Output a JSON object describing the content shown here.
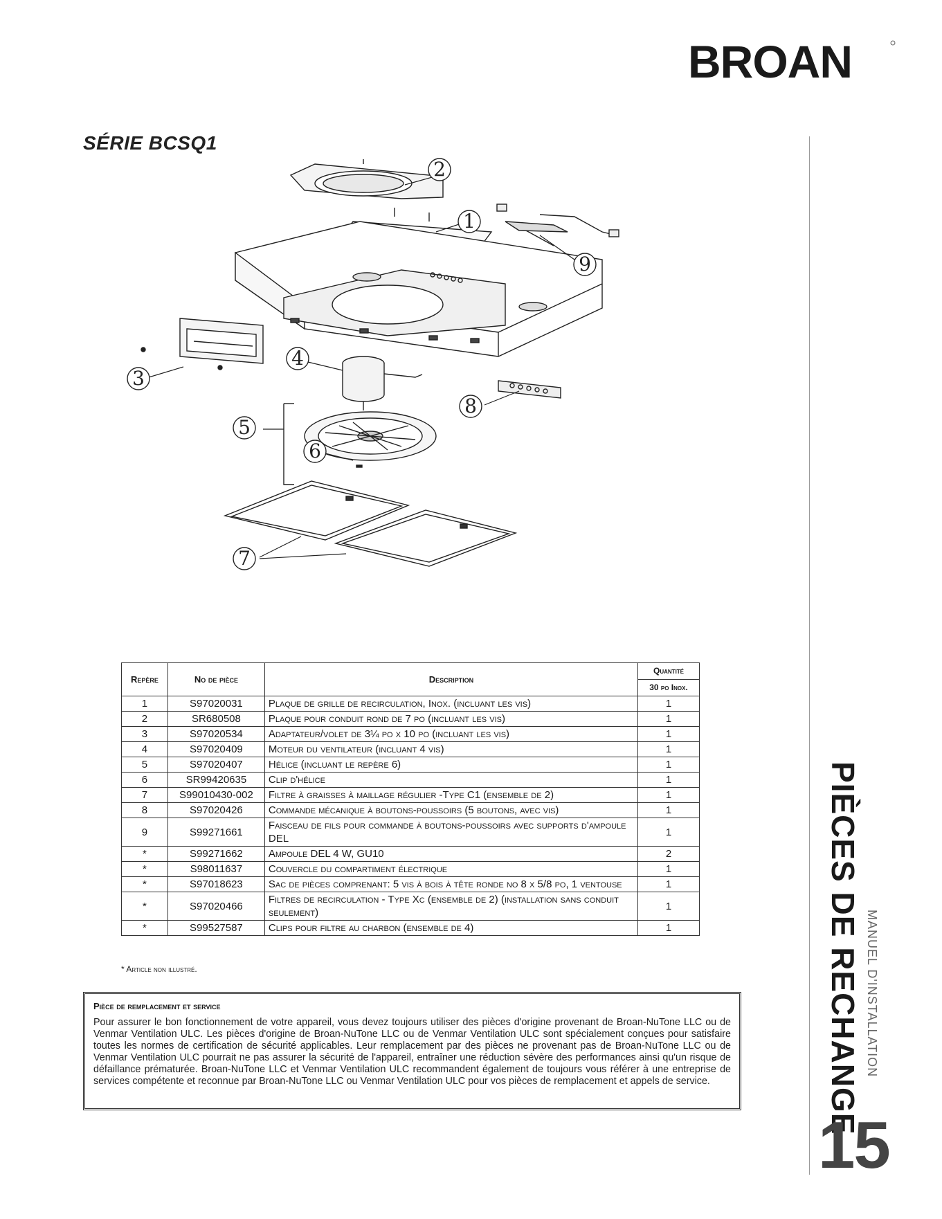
{
  "brand": {
    "name": "BROAN"
  },
  "series_title": "SÉRIE BCSQ1",
  "diagram": {
    "callouts": [
      "1",
      "2",
      "3",
      "4",
      "5",
      "6",
      "7",
      "8",
      "9"
    ]
  },
  "table": {
    "headers": {
      "ref": "Repère",
      "part_no": "No de pièce",
      "description": "Description",
      "quantity": "Quantité",
      "quantity_sub": "30 po Inox."
    },
    "rows": [
      {
        "ref": "1",
        "part": "S97020031",
        "desc": "Plaque de grille de recirculation, Inox. (incluant les vis)",
        "qty": "1"
      },
      {
        "ref": "2",
        "part": "SR680508",
        "desc": "Plaque pour conduit rond de 7 po (incluant les vis)",
        "qty": "1"
      },
      {
        "ref": "3",
        "part": "S97020534",
        "desc": "Adaptateur/volet de 3¼ po x 10 po (incluant les vis)",
        "qty": "1"
      },
      {
        "ref": "4",
        "part": "S97020409",
        "desc": "Moteur du ventilateur (incluant 4 vis)",
        "qty": "1"
      },
      {
        "ref": "5",
        "part": "S97020407",
        "desc": "Hélice (incluant le repère 6)",
        "qty": "1"
      },
      {
        "ref": "6",
        "part": "SR99420635",
        "desc": "Clip d'hélice",
        "qty": "1"
      },
      {
        "ref": "7",
        "part": "S99010430-002",
        "desc": "Filtre à graisses à maillage régulier -Type C1 (ensemble de 2)",
        "qty": "1"
      },
      {
        "ref": "8",
        "part": "S97020426",
        "desc": "Commande mécanique à boutons-poussoirs (5 boutons, avec vis)",
        "qty": "1"
      },
      {
        "ref": "9",
        "part": "S99271661",
        "desc": "Faisceau de fils pour commande à boutons-poussoirs avec supports d'ampoule DEL",
        "qty": "1"
      },
      {
        "ref": "*",
        "part": "S99271662",
        "desc": "Ampoule DEL 4 W, GU10",
        "qty": "2"
      },
      {
        "ref": "*",
        "part": "S98011637",
        "desc": "Couvercle du compartiment électrique",
        "qty": "1"
      },
      {
        "ref": "*",
        "part": "S97018623",
        "desc": "Sac de pièces comprenant: 5 vis à bois à tête ronde no 8 x 5/8 po, 1 ventouse",
        "qty": "1"
      },
      {
        "ref": "*",
        "part": "S97020466",
        "desc": "Filtres de recirculation - Type Xc (ensemble de 2) (installation sans conduit seulement)",
        "qty": "1"
      },
      {
        "ref": "*",
        "part": "S99527587",
        "desc": "Clips pour filtre au charbon (ensemble de 4)",
        "qty": "1"
      }
    ],
    "footnote": "* Article non illustré."
  },
  "service": {
    "title": "Pièce de remplacement et service",
    "text": "Pour assurer le bon fonctionnement de votre appareil, vous devez toujours utiliser des pièces d'origine provenant de Broan-NuTone LLC ou de Venmar Ventilation ULC. Les pièces d'origine de Broan-NuTone LLC ou de Venmar Ventilation ULC  sont spécialement conçues pour satisfaire toutes les normes de certification de sécurité applicables. Leur remplacement par des pièces ne provenant pas de Broan-NuTone LLC ou de Venmar Ventilation ULC pourrait ne pas assurer la sécurité de l'appareil, entraîner une réduction sévère des performances ainsi qu'un risque de défaillance prématurée. Broan-NuTone LLC et Venmar Ventilation ULC recommandent également de toujours vous référer à une entreprise de services compétente et reconnue par Broan-NuTone LLC ou Venmar Ventilation ULC pour vos pièces de remplacement et appels de service."
  },
  "sidebar": {
    "title": "PIÈCES DE RECHANGE",
    "subtitle": "MANUEL D'INSTALLATION",
    "page_number": "15"
  }
}
